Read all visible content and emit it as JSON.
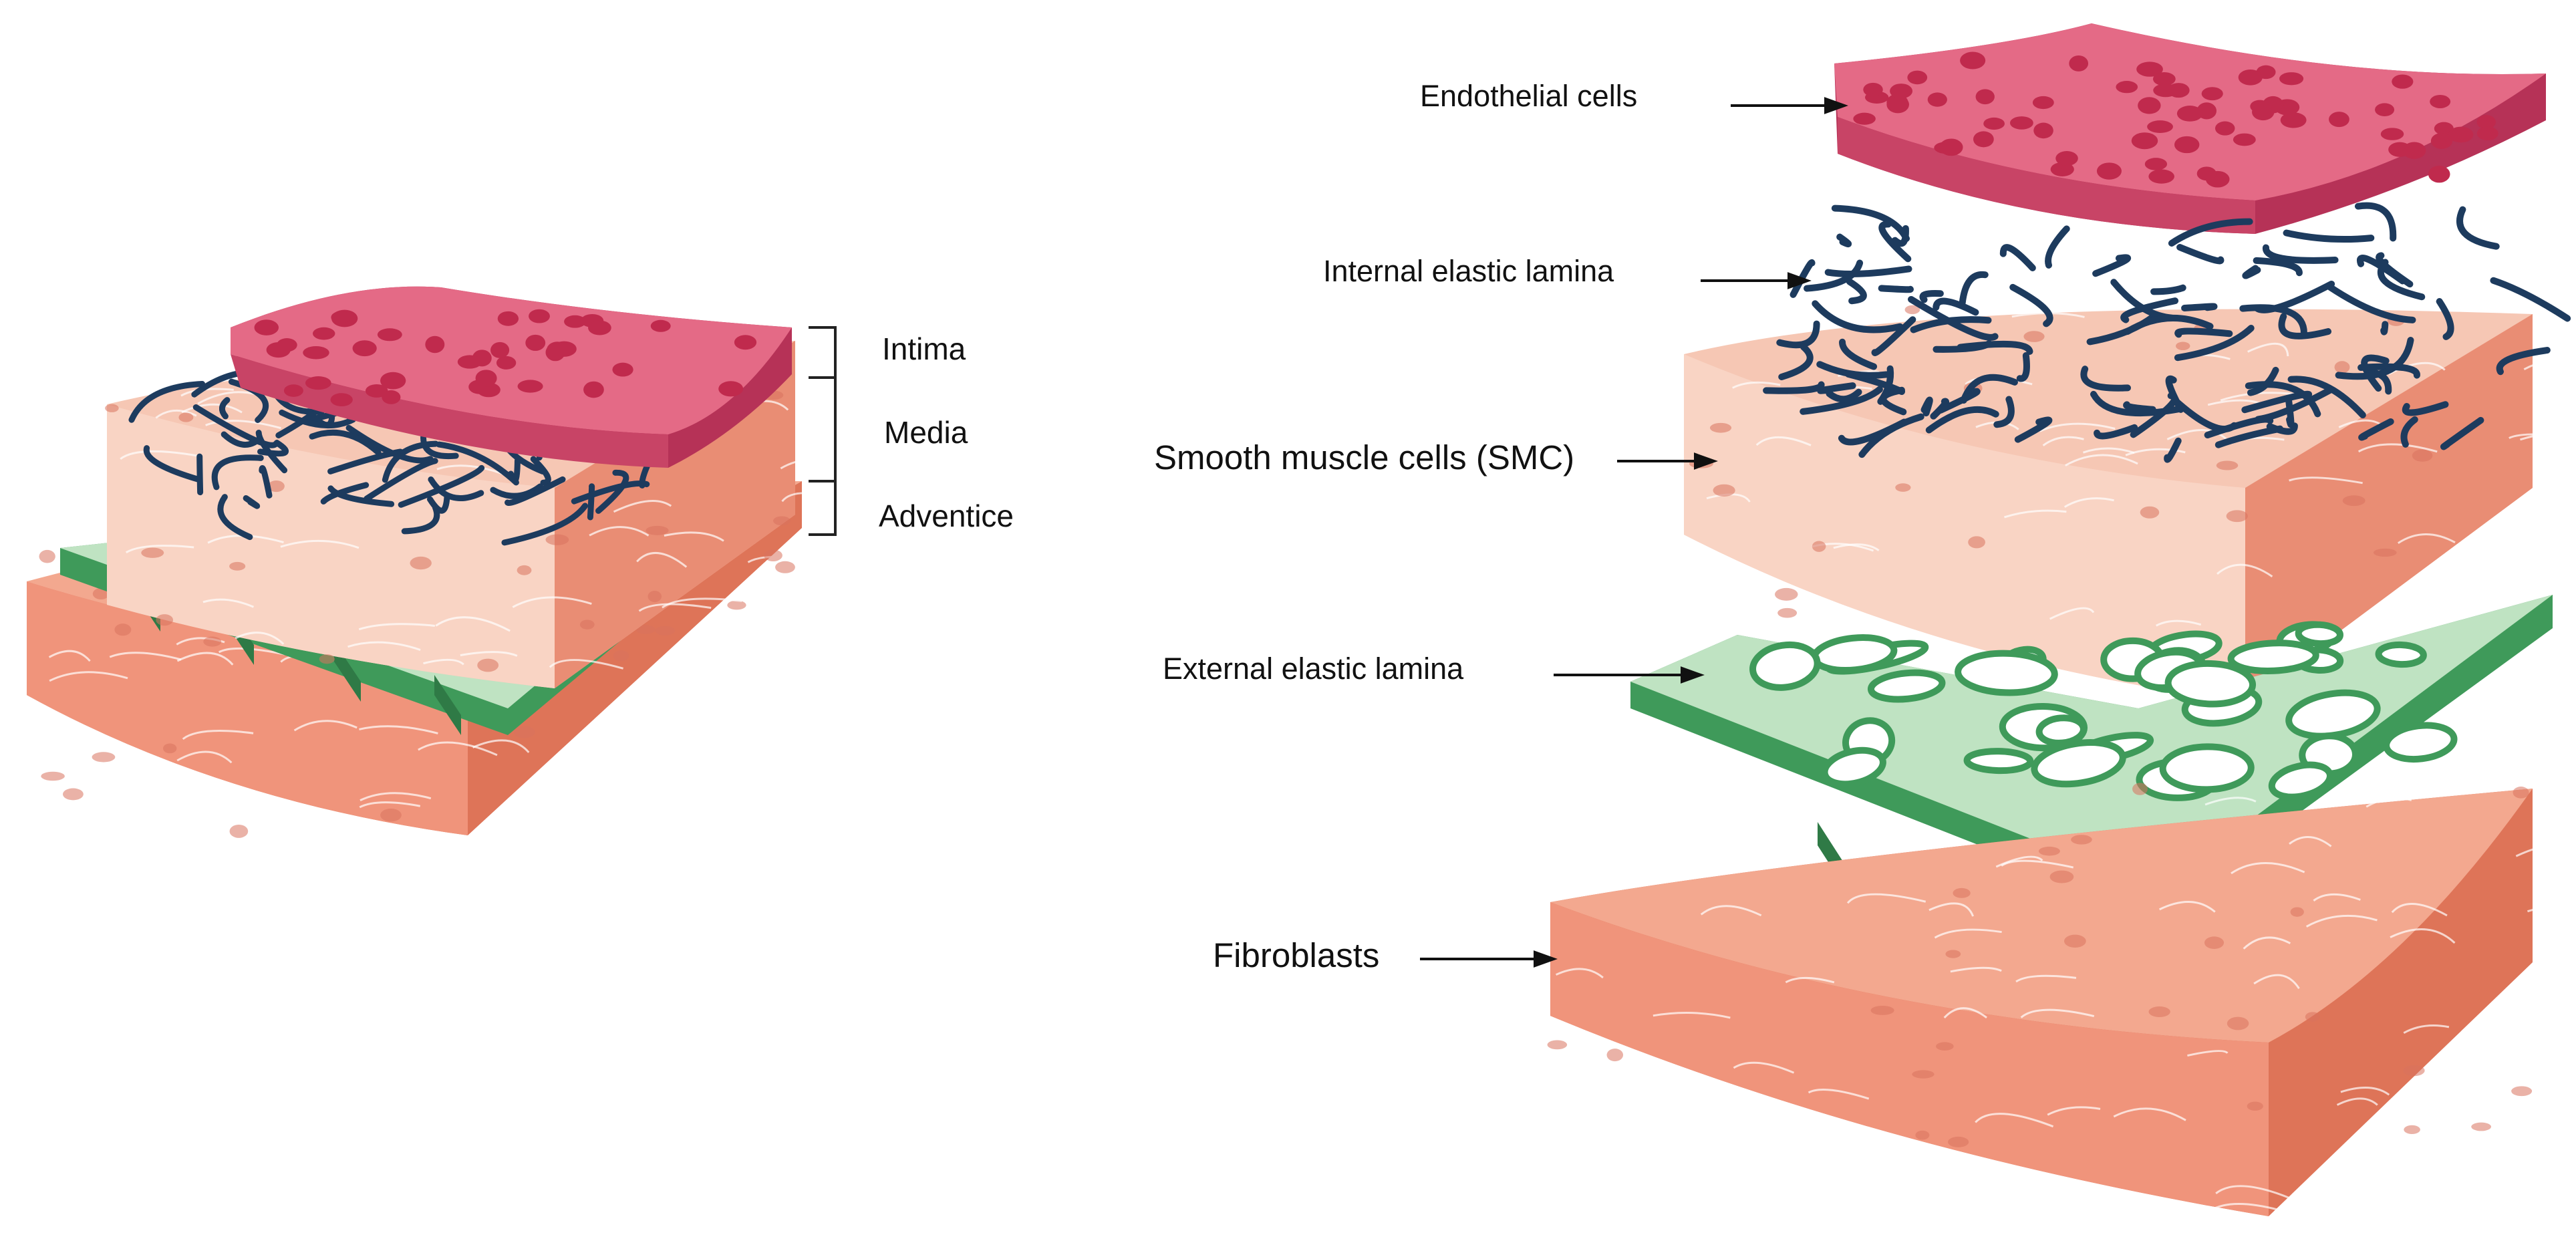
{
  "left_panel": {
    "layers": [
      {
        "label": "Intima"
      },
      {
        "label": "Media"
      },
      {
        "label": "Adventice"
      }
    ]
  },
  "right_panel": {
    "layers": [
      {
        "label": "Endothelial cells"
      },
      {
        "label": "Internal elastic lamina"
      },
      {
        "label": "Smooth muscle cells (SMC)"
      },
      {
        "label": "External elastic lamina"
      },
      {
        "label": "Fibroblasts"
      }
    ]
  },
  "colors": {
    "endothelial_top": "#e46a86",
    "endothelial_side": "#b63257",
    "endothelial_nucleus": "#c02a4d",
    "lamina_fibers": "#1d3b5e",
    "smc_top": "#f6c7b4",
    "smc_side": "#e98d74",
    "eel_top": "#bfe3c2",
    "eel_side": "#3f9a5a",
    "fibroblast_top": "#f3a88f",
    "fibroblast_side": "#de7458",
    "cell_lines": "#ffffff"
  }
}
